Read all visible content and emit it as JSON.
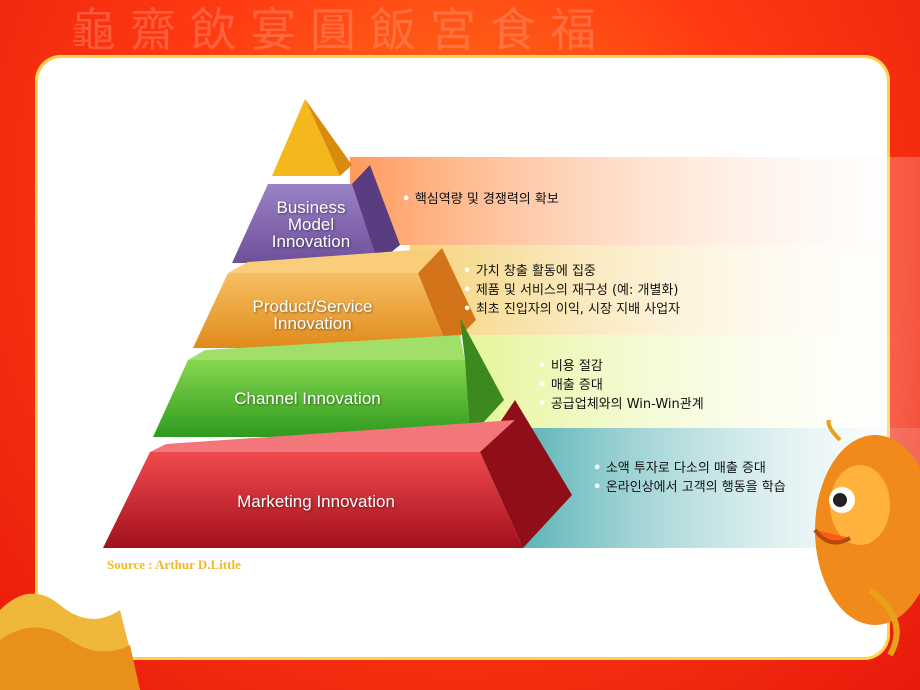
{
  "background": {
    "frame_color": "#ff3b12",
    "panel_color": "#ffffff"
  },
  "pyramid": {
    "tiers": [
      {
        "label": "Business\nModel\nInnovation",
        "color": "#8e6fb8",
        "band_color": "#ffb98f",
        "bullets": [
          "핵심역량 및 경쟁력의 확보"
        ]
      },
      {
        "label": "Product/Service\nInnovation",
        "color": "#f2a23a",
        "band_color": "#ffe6a0",
        "bullets": [
          "가치 창출 활동에 집중",
          "제품 및 서비스의 재구성 (예: 개별화)",
          "최초 진입자의 이익, 시장 지배 사업자"
        ]
      },
      {
        "label": "Channel Innovation",
        "color": "#4fb52e",
        "band_color": "#f2fbb8",
        "bullets": [
          "비용 절감",
          "매출 증대",
          "공급업체와의 Win-Win관계"
        ]
      },
      {
        "label": "Marketing Innovation",
        "color": "#d8222f",
        "band_color": "#7dc2c4",
        "bullets": [
          "소액 투자로 다소의 매출 증대",
          "온라인상에서 고객의 행동을 학습"
        ]
      }
    ]
  },
  "source": "Source : Arthur  D.Little"
}
